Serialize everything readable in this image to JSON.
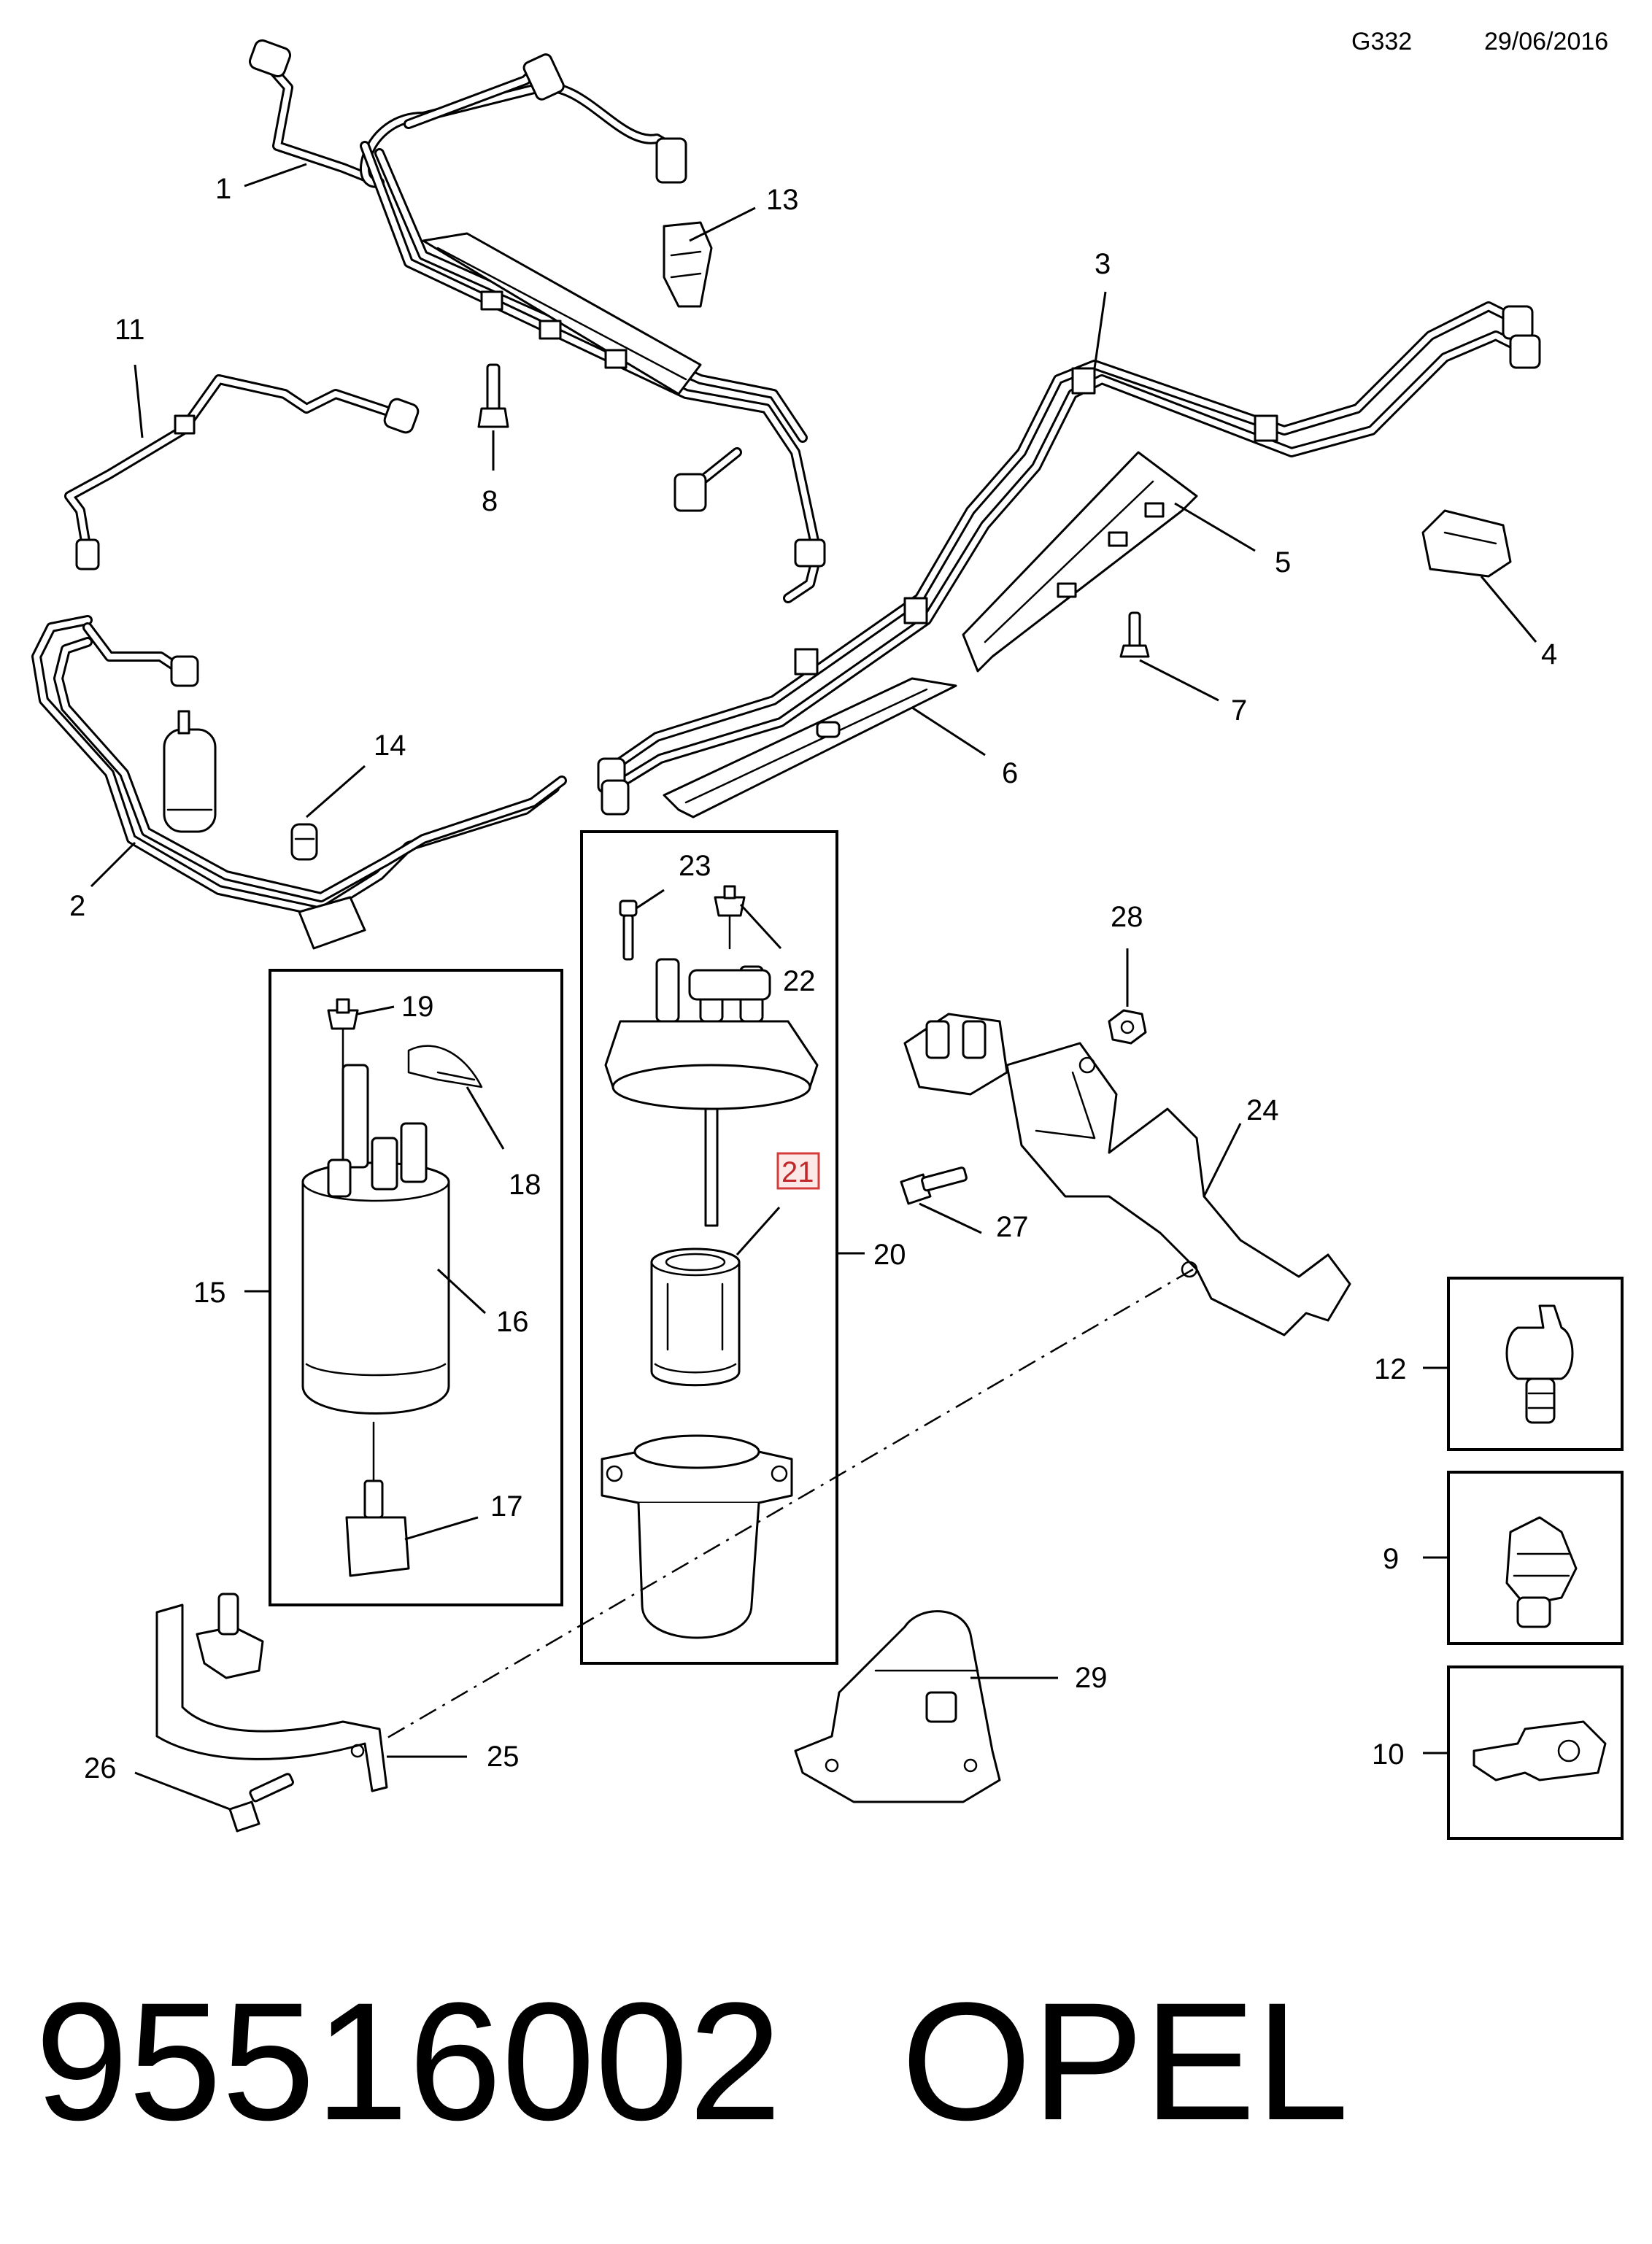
{
  "header": {
    "code": "G332",
    "date": "29/06/2016"
  },
  "footer": {
    "part_number": "95516002",
    "brand": "OPEL"
  },
  "callouts": {
    "c1": "1",
    "c2": "2",
    "c3": "3",
    "c4": "4",
    "c5": "5",
    "c6": "6",
    "c7": "7",
    "c8": "8",
    "c9": "9",
    "c10": "10",
    "c11": "11",
    "c12": "12",
    "c13": "13",
    "c14": "14",
    "c15": "15",
    "c16": "16",
    "c17": "17",
    "c18": "18",
    "c19": "19",
    "c20": "20",
    "c21": "21",
    "c22": "22",
    "c23": "23",
    "c24": "24",
    "c25": "25",
    "c26": "26",
    "c27": "27",
    "c28": "28",
    "c29": "29"
  },
  "highlighted_callout": "21",
  "colors": {
    "line": "#000000",
    "background": "#ffffff",
    "highlight_border": "#d43c3c",
    "highlight_fill": "#fde8e8"
  }
}
